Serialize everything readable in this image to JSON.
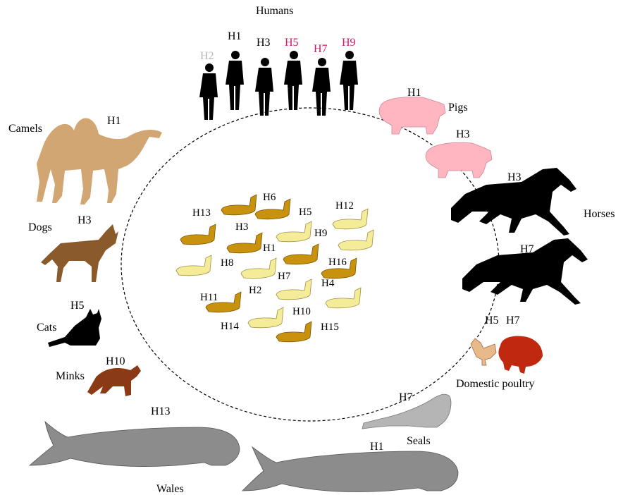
{
  "hosts": {
    "humans": {
      "name": "Humans",
      "subtypes": [
        "H2",
        "H1",
        "H3",
        "H5",
        "H7",
        "H9"
      ]
    },
    "pigs": {
      "name": "Pigs",
      "subtypes": [
        "H1",
        "H3"
      ]
    },
    "horses": {
      "name": "Horses",
      "subtypes": [
        "H3",
        "H7"
      ]
    },
    "poultry": {
      "name": "Domestic poultry",
      "subtypes": [
        "H5",
        "H7"
      ]
    },
    "seals": {
      "name": "Seals",
      "subtypes": [
        "H7"
      ]
    },
    "whales": {
      "name": "Wales",
      "subtypes": [
        "H13",
        "H1"
      ]
    },
    "minks": {
      "name": "Minks",
      "subtypes": [
        "H10"
      ]
    },
    "cats": {
      "name": "Cats",
      "subtypes": [
        "H5"
      ]
    },
    "dogs": {
      "name": "Dogs",
      "subtypes": [
        "H3"
      ]
    },
    "camels": {
      "name": "Camels",
      "subtypes": [
        "H1"
      ]
    }
  },
  "reservoir": {
    "subtypes": [
      "H13",
      "H6",
      "H5",
      "H12",
      "H3",
      "H9",
      "H1",
      "H8",
      "H16",
      "H7",
      "H4",
      "H2",
      "H11",
      "H10",
      "H14",
      "H15"
    ]
  },
  "colors": {
    "human_grey": "#b8b8b8",
    "human_pink": "#e0106a",
    "camel": "#d2a673",
    "dog": "#8b5a2b",
    "pig": "#ffb6c1",
    "mink": "#8b3a16",
    "whale": "#8c8c8c",
    "seal": "#b5b5b5",
    "turkey": "#c0280f",
    "chicken": "#e8b98a",
    "duck_dark": "#c8920e",
    "duck_light": "#f5ec99",
    "silhouette": "#000000"
  }
}
